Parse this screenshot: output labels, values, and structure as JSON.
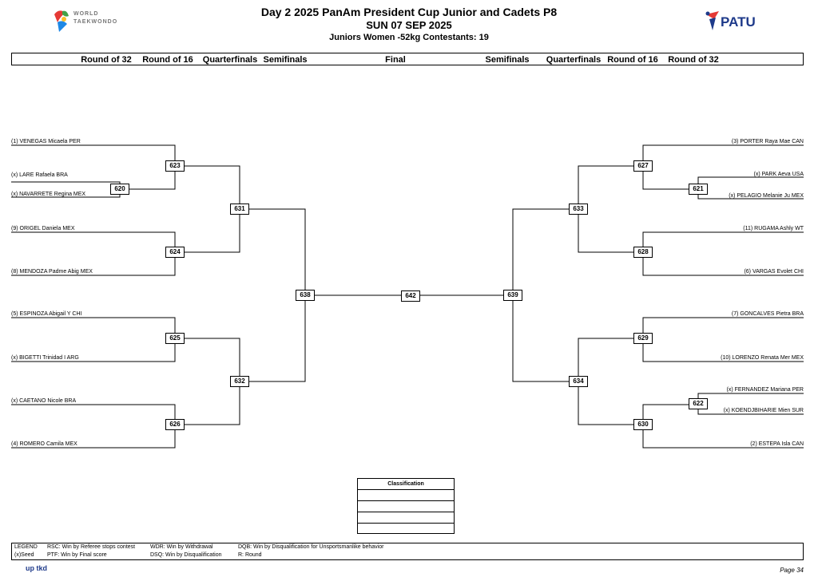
{
  "header": {
    "title": "Day 2 2025 PanAm President Cup  Junior and Cadets P8",
    "date": "SUN 07 SEP 2025",
    "division": "Juniors  Women -52kg  Contestants: 19",
    "left_logo_text": [
      "WORLD",
      "TAEKWONDO"
    ],
    "right_logo_text": "PATU"
  },
  "rounds": {
    "left": [
      "Round of 32",
      "Round of 16",
      "Quarterfinals",
      "Semifinals"
    ],
    "final": "Final",
    "right": [
      "Semifinals",
      "Quarterfinals",
      "Round of 16",
      "Round of 32"
    ]
  },
  "competitors": {
    "left": [
      "(1) VENEGAS Micaela PER",
      "(x) LARE Rafaela BRA",
      "(x) NAVARRETE Regina MEX",
      "(9) ORIGEL Daniela MEX",
      "(8) MENDOZA Padme Abig MEX",
      "(5) ESPINOZA Abigail Y CHI",
      "(x) BIGETTI Trinidad I ARG",
      "(x) CAETANO Nicole BRA",
      "(4) ROMERO Camila MEX"
    ],
    "right": [
      "(3) PORTER Raya Mae CAN",
      "(x) PARK Aeva USA",
      "(x) PELAGIO Melanie Ju MEX",
      "(11) RUGAMA Ashly  WT",
      "(6) VARGAS Evolet CHI",
      "(7) GONCALVES Pietra BRA",
      "(10) LORENZO Renata Mer MEX",
      "(x) FERNANDEZ Mariana  PER",
      "(x) KOENDJBIHARIE Mien SUR",
      "(2) ESTEPA Isla CAN"
    ]
  },
  "matches": {
    "m620": "620",
    "m621": "621",
    "m622": "622",
    "m623": "623",
    "m624": "624",
    "m625": "625",
    "m626": "626",
    "m627": "627",
    "m628": "628",
    "m629": "629",
    "m630": "630",
    "m631": "631",
    "m632": "632",
    "m633": "633",
    "m634": "634",
    "m638": "638",
    "m639": "639",
    "m642": "642"
  },
  "classification": {
    "title": "Classification"
  },
  "legend": {
    "legend_label": "LEGEND",
    "seed": "(x)Seed",
    "rsc": "RSC: Win by Referee stops contest",
    "ptf": "PTF: Win by Final score",
    "wdr": "WDR: Win by Withdrawal",
    "dsq": "DSQ: Win by Disqualification",
    "dqb": "DQB: Win by Disqualification for Unsportsmanlike behavior",
    "r": "R: Round"
  },
  "footer": {
    "logo": "up tkd",
    "page": "Page 34"
  }
}
